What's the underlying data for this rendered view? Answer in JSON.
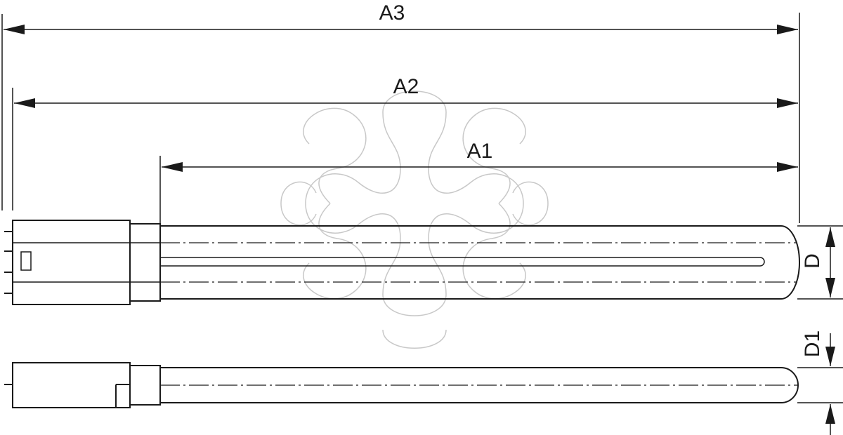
{
  "labels": {
    "a3": "A3",
    "a2": "A2",
    "a1": "A1",
    "d": "D",
    "d1": "D1"
  },
  "colors": {
    "line": "#1a1a1a",
    "watermark": "#c8c8c8",
    "background": "#ffffff"
  },
  "watermark": {
    "type": "flower-outline-logo"
  }
}
